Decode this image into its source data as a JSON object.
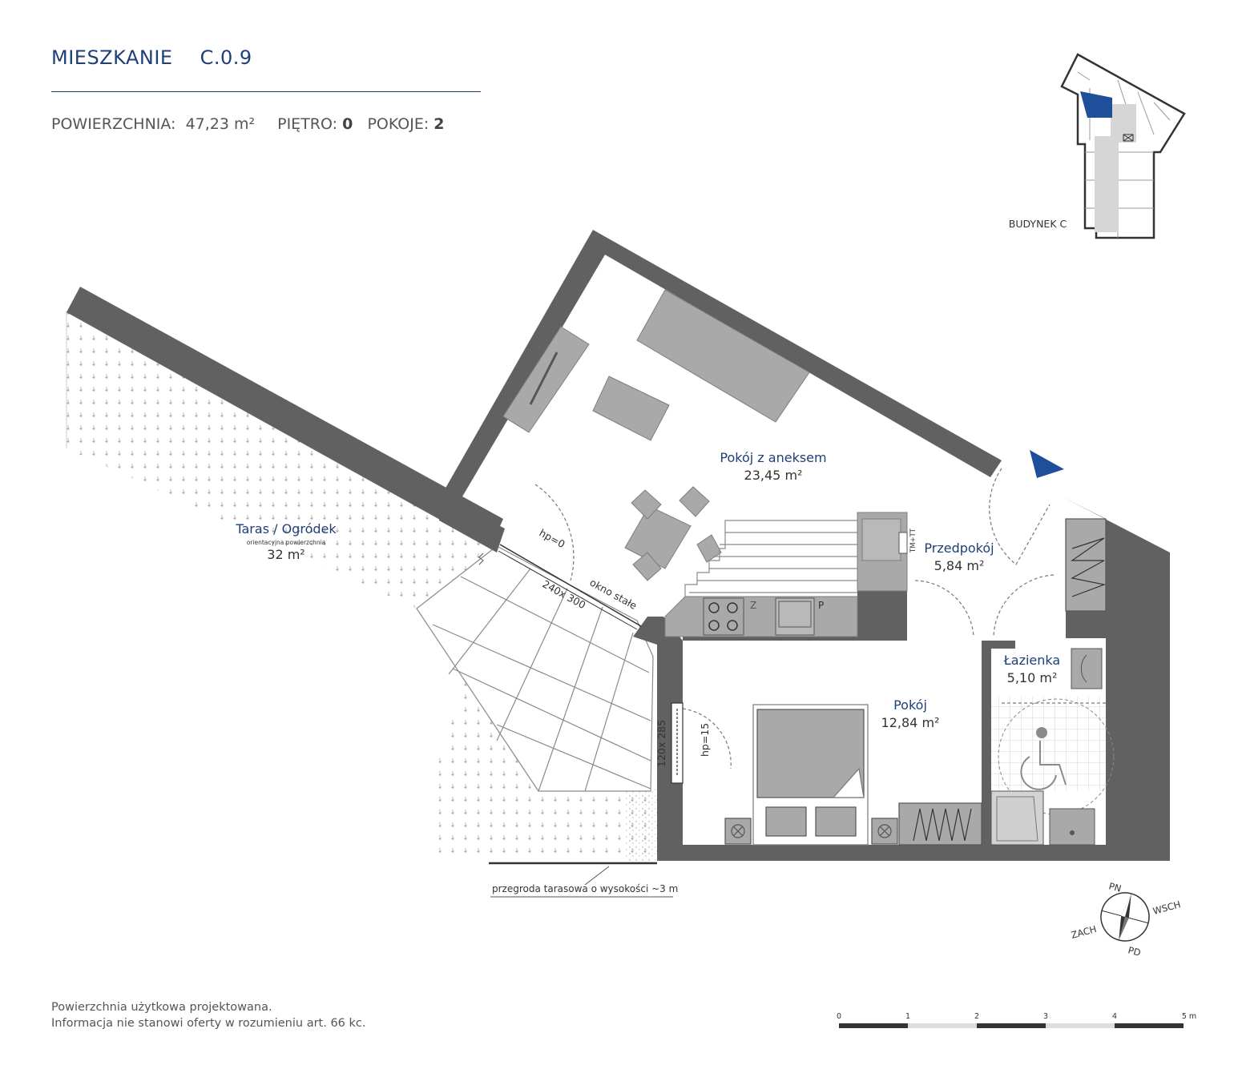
{
  "header": {
    "title": "MIESZKANIE",
    "code": "C.0.9",
    "area_label": "POWIERZCHNIA:",
    "area_value": "47,23 m²",
    "floor_label": "PIĘTRO:",
    "floor_value": "0",
    "rooms_label": "POKOJE:",
    "rooms_value": "2"
  },
  "key_plan": {
    "label": "BUDYNEK C"
  },
  "rooms": [
    {
      "name": "Pokój z aneksem",
      "area": "23,45 m²"
    },
    {
      "name": "Przedpokój",
      "area": "5,84 m²"
    },
    {
      "name": "Łazienka",
      "area": "5,10 m²"
    },
    {
      "name": "Pokój",
      "area": "12,84 m²"
    }
  ],
  "terrace": {
    "name": "Taras / Ogródek",
    "note": "orientacyjna powierzchnia",
    "area": "32 m²"
  },
  "annotations": {
    "hp_0": "hp=0",
    "hp_15": "hp=15",
    "window_size": "240x 300",
    "window_fixed": "okno stałe",
    "door_size": "120x 285",
    "partition": "przegroda tarasowa o wysokości ~3 m",
    "tm_tt": "TM+TT",
    "fridge": "Z",
    "dishwasher": "P"
  },
  "compass": {
    "n": "PN",
    "e": "WSCH",
    "s": "PD",
    "w": "ZACH"
  },
  "scale": {
    "ticks": [
      "0",
      "1",
      "2",
      "3",
      "4",
      "5 m"
    ]
  },
  "footer": {
    "line1": "Powierzchnia użytkowa projektowana.",
    "line2": "Informacja nie stanowi oferty w rozumieniu art. 66 kc."
  },
  "colors": {
    "brand": "#1f3f78",
    "wall": "#616161",
    "furniture": "#a9a9a9",
    "highlight": "#1f4e9a"
  }
}
